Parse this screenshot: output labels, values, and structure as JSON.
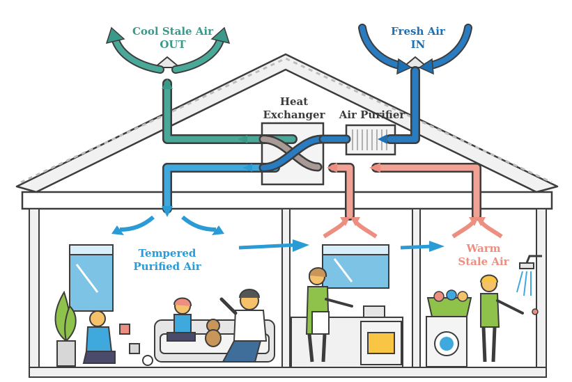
{
  "labels": {
    "cool_stale": {
      "line1": "Cool Stale Air",
      "line2": "OUT"
    },
    "fresh": {
      "line1": "Fresh Air",
      "line2": "IN"
    },
    "heat_exchanger": {
      "line1": "Heat",
      "line2": "Exchanger"
    },
    "air_purifier": {
      "line1": "Air Purifier"
    },
    "tempered": {
      "line1": "Tempered",
      "line2": "Purified Air"
    },
    "warm_stale": {
      "line1": "Warm",
      "line2": "Stale Air"
    }
  },
  "colors": {
    "cool_stale_air": "#3a9988",
    "fresh_air": "#1f6fb3",
    "tempered_air": "#2b9bd6",
    "warm_stale_air": "#ec8f80",
    "outline": "#3c3c3c"
  }
}
